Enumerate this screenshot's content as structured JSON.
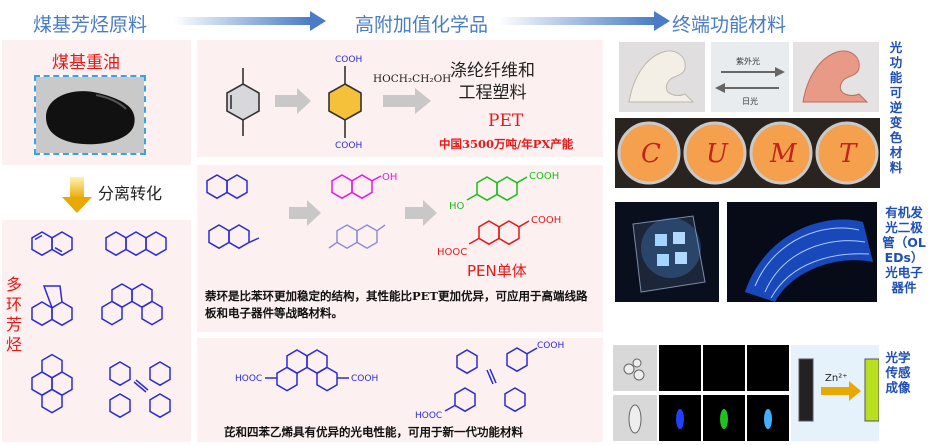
{
  "headers": {
    "col1": "煤基芳烃原料",
    "col2": "高附加值化学品",
    "col3": "终端功能材料"
  },
  "left": {
    "coal_tar": "煤基重油",
    "process": "分离转化",
    "pah": "多环芳烃"
  },
  "pet": {
    "reagent": "HOCH₂CH₂OH",
    "product_line1": "涤纶纤维和",
    "product_line2": "工程塑料",
    "name": "PET",
    "capacity": "中国3500万吨/年PX产能",
    "cooh_top": "COOH",
    "cooh_bottom": "COOH"
  },
  "pen": {
    "oh": "OH",
    "ho": "HO",
    "cooh_green": "COOH",
    "cooh_red1": "COOH",
    "hooc_red": "HOOC",
    "monomer": "PEN单体",
    "description": "萘环是比苯环更加稳定的结构，其性能比PET更加优异，可应用于高端线路板和电子器件等战略材料。"
  },
  "pyrene": {
    "hooc_left": "HOOC",
    "cooh_right": "COOH",
    "cooh_top": "COOH",
    "hooc_bottom": "HOOC",
    "description": "芘和四苯乙烯具有优异的光电性能，可用于新一代功能材料"
  },
  "photochromic": {
    "uv": "紫外光",
    "sun": "日光",
    "letters": [
      "C",
      "U",
      "M",
      "T"
    ],
    "label": "光功能可逆变色材料"
  },
  "oled": {
    "label": "有机发光二极管（OLEDs）光电子器件"
  },
  "sensing": {
    "zn": "Zn²⁺",
    "label": "光学传感成像"
  },
  "colors": {
    "header_blue": "#4a7cc6",
    "label_red": "#e61919",
    "label_blue": "#1f4fb5",
    "panel_pink": "#fdf0f0"
  }
}
